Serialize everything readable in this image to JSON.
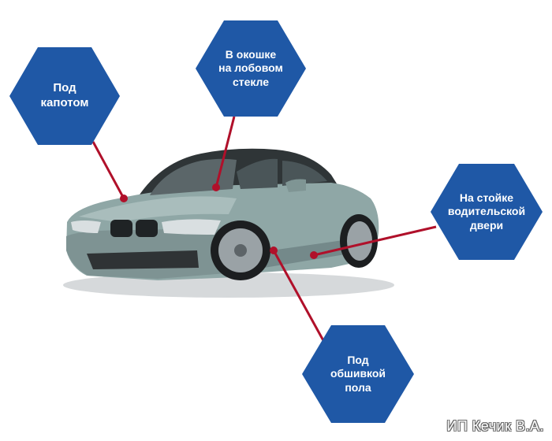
{
  "labels": {
    "under_hood": "Под\nкапотом",
    "windshield": "В окошке\nна лобовом\nстекле",
    "door_pillar": "На стойке\nводительской\nдвери",
    "under_floor": "Под\nобшивкой\nпола"
  },
  "watermark": "ИП Кечик В.А.",
  "colors": {
    "hex_fill": "#1f58a6",
    "pointer_line": "#b0102a",
    "car_body": "#8fa7a6"
  }
}
